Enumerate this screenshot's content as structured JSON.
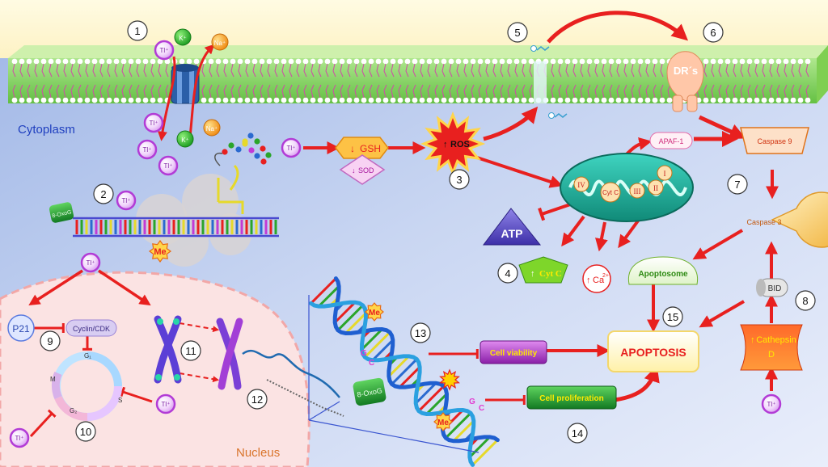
{
  "labels": {
    "cytoplasm": "Cytoplasm",
    "nucleus": "Nucleus",
    "gsh": "GSH",
    "sod": "SOD",
    "ros": "ROS",
    "atp": "ATP",
    "cytc_released": "Cyt C",
    "cytc_inner": "Cyt C",
    "ca": "Ca",
    "ca_sup": "2+",
    "apaf1": "APAF-1",
    "caspase9": "Caspase 9",
    "caspase3": "Caspase 3",
    "apoptosome": "Apoptosome",
    "bid": "BID",
    "cathepsin": "Cathepsin",
    "cathepsin_d": "D",
    "apoptosis": "APOPTOSIS",
    "cell_viability": "Cell viability",
    "cell_proliferation": "Cell proliferation",
    "p21": "P21",
    "cyclin_cdk": "Cyclin/CDK",
    "drs": "DR´s",
    "me": "Me",
    "oxog": "8-OxoG",
    "k": "K⁺",
    "na": "Na⁺",
    "tl": "Tl⁺",
    "complex_i": "I",
    "complex_ii": "II",
    "complex_iii": "III",
    "complex_iv": "IV",
    "g1": "G₁",
    "g2": "G₂",
    "phase_m": "M",
    "phase_s": "S",
    "base_g": "G",
    "base_c": "C"
  },
  "steps": [
    "1",
    "2",
    "3",
    "4",
    "5",
    "6",
    "7",
    "8",
    "9",
    "10",
    "11",
    "12",
    "13",
    "14",
    "15"
  ],
  "colors": {
    "thallium": "#b23bd6",
    "arrow": "#e8201f",
    "membrane": "#7cd44a",
    "mitochondria": "#1fb5a0",
    "apoptosis_text": "#e8201f",
    "cytoplasm_text": "#1f3fbf",
    "nucleus_text": "#d9742b"
  }
}
